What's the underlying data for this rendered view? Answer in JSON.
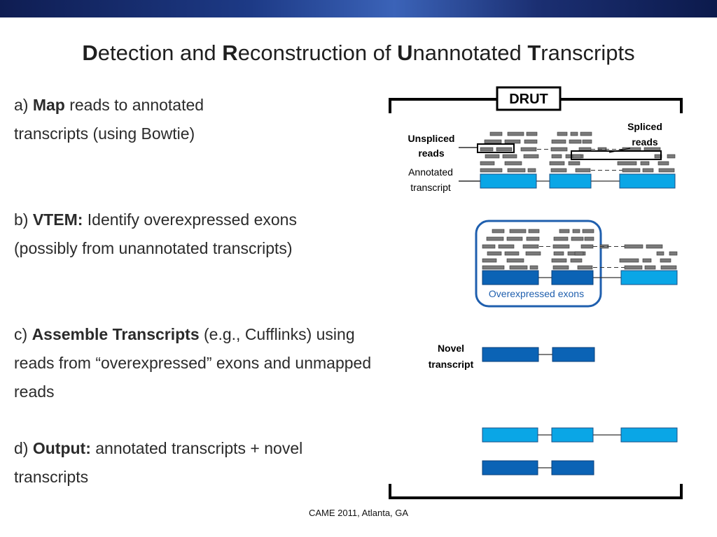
{
  "title": {
    "parts": [
      {
        "text": "D",
        "bold": true
      },
      {
        "text": "etection and ",
        "bold": false
      },
      {
        "text": "R",
        "bold": true
      },
      {
        "text": "econstruction of ",
        "bold": false
      },
      {
        "text": "U",
        "bold": true
      },
      {
        "text": "nannotated ",
        "bold": false
      },
      {
        "text": "T",
        "bold": true
      },
      {
        "text": "ranscripts",
        "bold": false
      }
    ]
  },
  "steps": [
    {
      "prefix": "a) ",
      "keyword": "Map",
      "rest": " reads to annotated transcripts (using Bowtie)"
    },
    {
      "prefix": "b) ",
      "keyword": "VTEM:",
      "rest": " Identify overexpressed exons (possibly from unannotated transcripts)"
    },
    {
      "prefix": "c) ",
      "keyword": "Assemble Transcripts",
      "rest": " (e.g., Cufflinks) using reads from “overexpressed” exons and unmapped reads"
    },
    {
      "prefix": "d) ",
      "keyword": "Output:",
      "rest": " annotated transcripts + novel transcripts"
    }
  ],
  "diagram": {
    "drut_label": "DRUT",
    "unspliced_label_1": "Unspliced",
    "unspliced_label_2": "reads",
    "spliced_label_1": "Spliced",
    "spliced_label_2": "reads",
    "annotated_label_1": "Annotated",
    "annotated_label_2": "transcript",
    "overexpressed_label": "Overexpressed exons",
    "novel_label_1": "Novel",
    "novel_label_2": "transcript"
  },
  "colors": {
    "exon_light": "#0aa6e6",
    "exon_dark": "#0b63b5",
    "read_gray": "#7a7a7a",
    "box_blue": "#1f5fae",
    "banner": "#1d3a86"
  },
  "footer": "CAME 2011, Atlanta, GA"
}
